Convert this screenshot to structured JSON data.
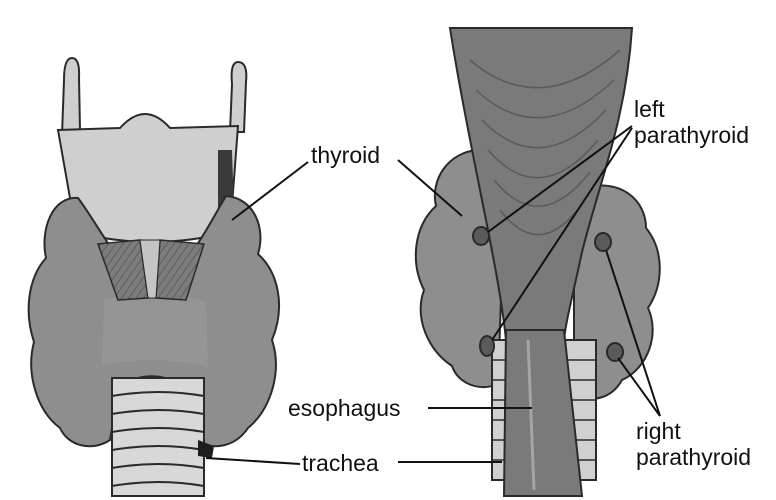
{
  "labels": {
    "thyroid": "thyroid",
    "left_parathyroid": [
      "left",
      "parathyroid"
    ],
    "esophagus": "esophagus",
    "trachea": "trachea",
    "right_parathyroid": [
      "right",
      "parathyroid"
    ]
  },
  "colors": {
    "background": "#ffffff",
    "gland": "#8e8e8e",
    "gland_light": "#a9a9a9",
    "gland_outline": "#2a2a2a",
    "cartilage": "#cfcfcf",
    "muscle": "#6e6e6e",
    "esophagus": "#7a7a7a",
    "parathyroid": "#5a5a5a",
    "leader_line": "#111111",
    "text": "#111111"
  }
}
